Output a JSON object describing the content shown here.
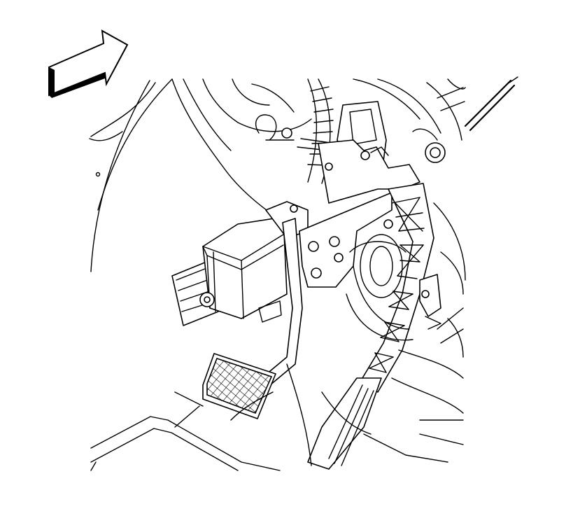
{
  "diagram": {
    "colors": {
      "line": "#000000",
      "background": "#ffffff"
    },
    "components": [
      {
        "id": "direction-arrow",
        "icon": "forward-arrow-icon"
      },
      {
        "id": "brake-pedal-pad",
        "icon": "hatched-pedal-pad"
      },
      {
        "id": "accelerator-pedal-assembly",
        "icon": "ribbed-pedal-arm"
      },
      {
        "id": "pedal-position-actuator",
        "icon": "motor-box"
      },
      {
        "id": "mounting-bracket",
        "icon": "bracket-plate"
      },
      {
        "id": "steering-column-shaft",
        "icon": "shaft"
      },
      {
        "id": "firewall-panel",
        "icon": "curved-panel"
      },
      {
        "id": "floor-pan",
        "icon": "floor-outline"
      }
    ]
  }
}
